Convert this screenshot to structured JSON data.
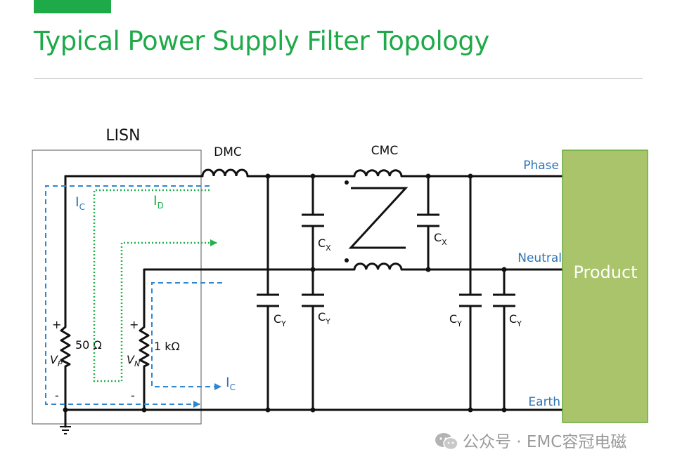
{
  "slide": {
    "title": "Typical Power Supply Filter Topology"
  },
  "diagram": {
    "lisn_label": "LISN",
    "dmc_label": "DMC",
    "cmc_label": "CMC",
    "line_labels": {
      "phase": "Phase",
      "neutral": "Neutral",
      "earth": "Earth"
    },
    "product_label": "Product",
    "capacitors": {
      "cx_main": "C",
      "cx_sub": "X",
      "cy_main": "C",
      "cy_sub": "Y"
    },
    "currents": {
      "ic_main": "I",
      "ic_sub": "C",
      "id_main": "I",
      "id_sub": "D"
    },
    "lisn": {
      "r1_label": "50 Ω",
      "r2_label": "1 kΩ",
      "vp_main": "V",
      "vp_sub": "P",
      "vn_main": "V",
      "vn_sub": "N",
      "plus": "+",
      "minus": "-"
    },
    "colors": {
      "accent": "#1faa4a",
      "wire": "#111111",
      "label_blue": "#2f74b5",
      "ic_blue": "#2e86d0",
      "id_green": "#22b14c",
      "product_fill": "#a9c46a",
      "product_border": "#6aaa3c"
    }
  },
  "watermark": {
    "icon": "wechat-icon",
    "text": "公众号 · EMC容冠电磁"
  }
}
